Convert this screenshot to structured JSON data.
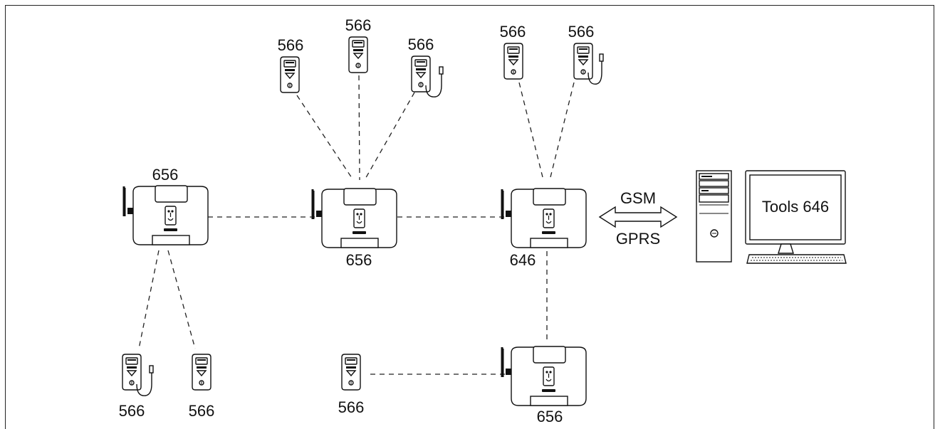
{
  "labels": {
    "gw_left": "656",
    "gw_center": "656",
    "gw_main": "646",
    "gw_bottom": "656",
    "sensor_1": "566",
    "sensor_2": "566",
    "sensor_3": "566",
    "sensor_4": "566",
    "sensor_5": "566",
    "sensor_6": "566",
    "sensor_7": "566",
    "sensor_8": "566",
    "gsm": "GSM",
    "gprs": "GPRS",
    "monitor": "Tools 646"
  },
  "icons": [
    "antenna-icon",
    "gateway-icon",
    "sensor-icon",
    "probe-sensor-icon",
    "computer-tower-icon",
    "monitor-icon",
    "keyboard-icon",
    "double-arrow-icon"
  ]
}
